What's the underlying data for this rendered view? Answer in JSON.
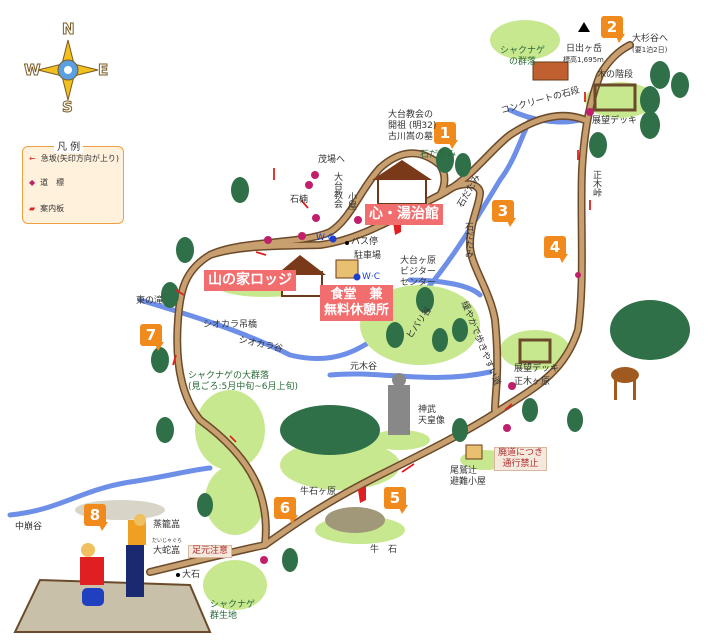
{
  "compass": {
    "north": "N",
    "south": "S",
    "east": "E",
    "west": "W"
  },
  "legend": {
    "title": "凡 例",
    "items": [
      {
        "icon": "steep-slope-arrow-icon",
        "label": "急坂(矢印方向が上り)"
      },
      {
        "icon": "signpost-icon",
        "label": "道　標"
      },
      {
        "icon": "info-board-icon",
        "label": "案内板"
      }
    ]
  },
  "facilities": {
    "kokoro_touji_kan": "心・湯治館",
    "yama_no_ie_lodge": "山の家ロッジ",
    "shokudo_line1": "食堂　兼",
    "shokudo_line2": "無料休憩所"
  },
  "badges": [
    "1",
    "2",
    "3",
    "4",
    "5",
    "6",
    "7",
    "8"
  ],
  "labels": {
    "founder_grave": [
      "大台教会の",
      "開祖 (明32)",
      "古川嵩の墓"
    ],
    "ishidatami": "石だたみ",
    "ishidatami2": "石だたみ",
    "ishidatami3": "石だたみ",
    "hinodegatake": "日出ヶ岳",
    "elevation": "標高1,695m",
    "osugidani": "大杉谷へ",
    "osugidani_note": "(要1泊2日)",
    "kino_kaidan": "木の階段",
    "tenbo_deck1": "展望デッキ",
    "tenbo_deck2": "展望デッキ",
    "concrete_steps": "コンクリートの石段",
    "shakunage_top": [
      "シャクナゲ",
      "の群落"
    ],
    "masakitoge": "正木峠",
    "masakigahara": "正木ヶ原",
    "gentle_path": "緩やかで歩きやすい道",
    "hibarigaya": "ヒバリ谷",
    "visitor_center": [
      "大台ヶ原",
      "ビジター",
      "センター"
    ],
    "bus_stop": "バス停",
    "parking": "駐車場",
    "wc1": "W·C",
    "wc2": "W·C",
    "ishiteru": "石楠",
    "daidai_kyokai": "大台教会",
    "koya": "小屋",
    "chayaba": "茂場へ",
    "higashi_no_taki": "東の滝",
    "shiokara_bridge": "シオカラ吊橋",
    "shiokara_dani": "シオカラ谷",
    "shakunage_big": [
      "シャクナゲの大群落",
      "(見ごろ:5月中旬~6月上旬)"
    ],
    "motokidani": "元木谷",
    "jinmu_statue": [
      "神武",
      "天皇像"
    ],
    "owashi_hut": [
      "尾鷲辻",
      "避難小屋"
    ],
    "closed_road": [
      "廃道につき",
      "通行禁止"
    ],
    "ushiishigahara": "牛石ヶ原",
    "ushiishi": "牛　石",
    "nakakuzure": "中崩谷",
    "shiragura": "蒸籠嵓",
    "daijagura": "大蛇嵓",
    "daijagura_ruby": "だいじゃぐら",
    "watch_step": "足元注意",
    "oishi": "大石",
    "shakunage_colony": [
      "シャクナゲ",
      "群生地"
    ]
  },
  "colors": {
    "trail": "#c8a070",
    "trail_edge": "#6a4a2a",
    "river": "#6e8fe8",
    "grass": "#c8e890",
    "tree": "#2f7048",
    "badge": "#f08a1c",
    "facility": "#f26d6d",
    "arrow": "#e02020",
    "signpost": "#c0206a"
  }
}
